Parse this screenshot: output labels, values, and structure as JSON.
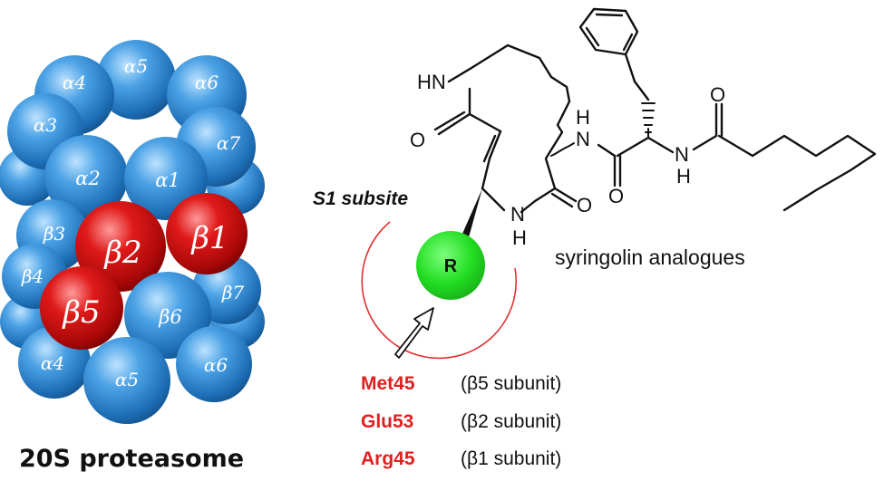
{
  "proteasome": {
    "caption": "20S proteasome",
    "subunits": {
      "a5_top": "α5",
      "a4_top": "α4",
      "a6_top": "α6",
      "a3_top": "α3",
      "a7_top": "α7",
      "a2_top": "α2",
      "a1_top": "α1",
      "b3": "β3",
      "b2": "β2",
      "b1": "β1",
      "b4": "β4",
      "b5": "β5",
      "b6": "β6",
      "b7": "β7",
      "a4_bottom": "α4",
      "a5_bottom": "α5",
      "a6_bottom": "α6"
    },
    "colors": {
      "alpha_beta": "#3a8fd6",
      "active_beta": "#d01010"
    }
  },
  "molecule": {
    "compound_label": "syringolin analogues",
    "subsite_label": "S1 subsite",
    "r_group": "R",
    "atoms": {
      "hn_ring": "HN",
      "o_amide_left": "O",
      "h_top_amide": "H",
      "n_top_amide": "N",
      "o_middle": "O",
      "n_right_amide": "N",
      "h_right_amide": "H",
      "o_right": "O",
      "n_ring_bottom": "N",
      "h_ring_bottom": "H",
      "o_ring_right": "O"
    },
    "colors": {
      "r_group": "#22dd22",
      "subsite_arc": "#e03030"
    }
  },
  "residues": [
    {
      "name": "Met45",
      "subunit": "(β5 subunit)"
    },
    {
      "name": "Glu53",
      "subunit": "(β2 subunit)"
    },
    {
      "name": "Arg45",
      "subunit": "(β1 subunit)"
    }
  ]
}
